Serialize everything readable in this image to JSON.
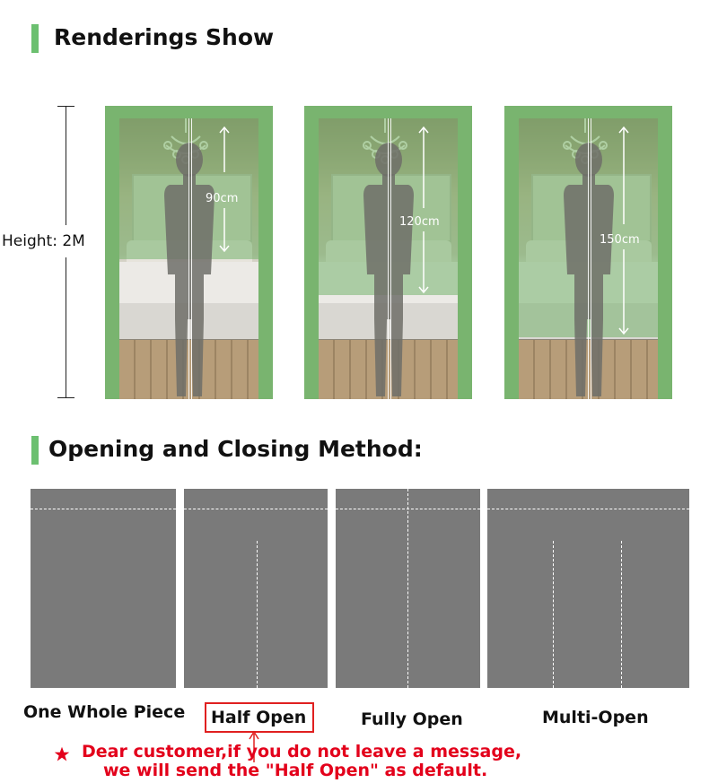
{
  "section1": {
    "title": "Renderings Show"
  },
  "height_indicator": {
    "label": "Height: 2M"
  },
  "doors": [
    {
      "measurement": "90cm",
      "visible_fraction": 0.5
    },
    {
      "measurement": "120cm",
      "visible_fraction": 0.63
    },
    {
      "measurement": "150cm",
      "visible_fraction": 0.78
    }
  ],
  "section2": {
    "title": "Opening and Closing Method:"
  },
  "methods": [
    {
      "label": "One Whole Piece"
    },
    {
      "label": "Half Open"
    },
    {
      "label": "Fully Open"
    },
    {
      "label": "Multi-Open"
    }
  ],
  "note": {
    "line1": "Dear customer,if you do not leave a message,",
    "line2": "we will send the \"Half Open\" as default."
  },
  "colors": {
    "accent_green": "#6cc070",
    "door_green": "#79b46f",
    "panel_gray": "#7a7a7a",
    "highlight_red": "#e02020",
    "note_red": "#e3001b"
  }
}
